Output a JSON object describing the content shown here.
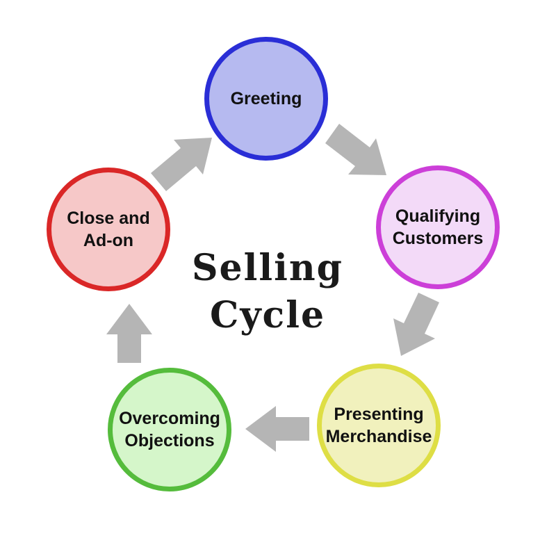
{
  "title": {
    "line1": "Selling",
    "line2": "Cycle"
  },
  "nodes": [
    {
      "id": "greeting",
      "label": "Greeting",
      "fill": "#b6baf0",
      "border": "#2a2ed6"
    },
    {
      "id": "qualifying-customers",
      "label": "Qualifying Customers",
      "fill": "#f3daf8",
      "border": "#cc3fd8"
    },
    {
      "id": "presenting-merchandise",
      "label": "Presenting Merchandise",
      "fill": "#f1f1bd",
      "border": "#dede45"
    },
    {
      "id": "overcoming-objections",
      "label": "Overcoming Objections",
      "fill": "#d5f6ca",
      "border": "#55bc3c"
    },
    {
      "id": "close-and-ad-on",
      "label": "Close and Ad-on",
      "fill": "#f6c8c8",
      "border": "#da2727"
    }
  ],
  "connections": [
    {
      "from": "Close and Ad-on",
      "to": "Greeting"
    },
    {
      "from": "Greeting",
      "to": "Qualifying Customers"
    },
    {
      "from": "Qualifying Customers",
      "to": "Presenting Merchandise"
    },
    {
      "from": "Presenting Merchandise",
      "to": "Overcoming Objections"
    },
    {
      "from": "Overcoming Objections",
      "to": "Close and Ad-on"
    }
  ],
  "colors": {
    "arrow": "#b5b5b5",
    "text": "#111111",
    "background": "#ffffff"
  }
}
